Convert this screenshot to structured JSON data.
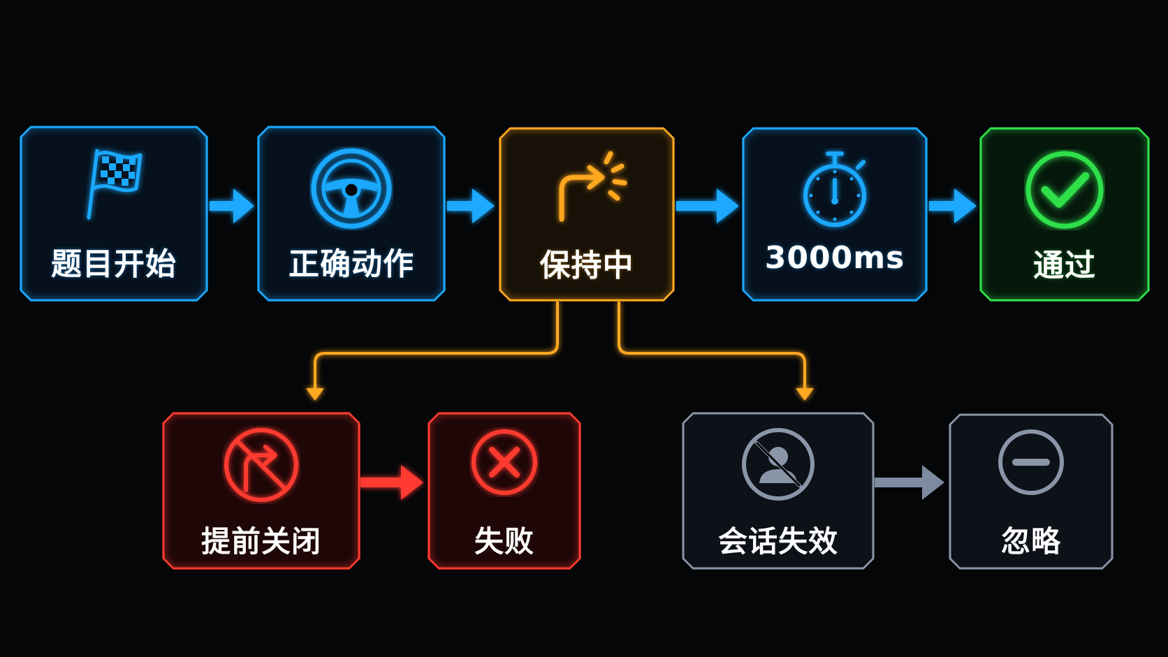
{
  "colors": {
    "background": "#050608",
    "blue": "#1aa9ff",
    "orange": "#ffa820",
    "green": "#2fe04a",
    "red": "#ff3b30",
    "gray": "#8a96a8"
  },
  "main_flow": [
    {
      "id": "start",
      "label": "题目开始",
      "icon": "checkered-flag-icon",
      "color": "blue"
    },
    {
      "id": "correct",
      "label": "正确动作",
      "icon": "steering-wheel-icon",
      "color": "blue"
    },
    {
      "id": "holding",
      "label": "保持中",
      "icon": "turn-signal-right-icon",
      "color": "orange"
    },
    {
      "id": "timer",
      "label": "3000ms",
      "icon": "stopwatch-icon",
      "color": "blue"
    },
    {
      "id": "pass",
      "label": "通过",
      "icon": "check-circle-icon",
      "color": "green"
    }
  ],
  "fail_branch": [
    {
      "id": "early-close",
      "label": "提前关闭",
      "icon": "no-right-turn-icon",
      "color": "red"
    },
    {
      "id": "fail",
      "label": "失败",
      "icon": "x-circle-icon",
      "color": "red"
    }
  ],
  "ignore_branch": [
    {
      "id": "session-expired",
      "label": "会话失效",
      "icon": "user-off-icon",
      "color": "gray"
    },
    {
      "id": "ignore",
      "label": "忽略",
      "icon": "minus-circle-icon",
      "color": "gray"
    }
  ]
}
